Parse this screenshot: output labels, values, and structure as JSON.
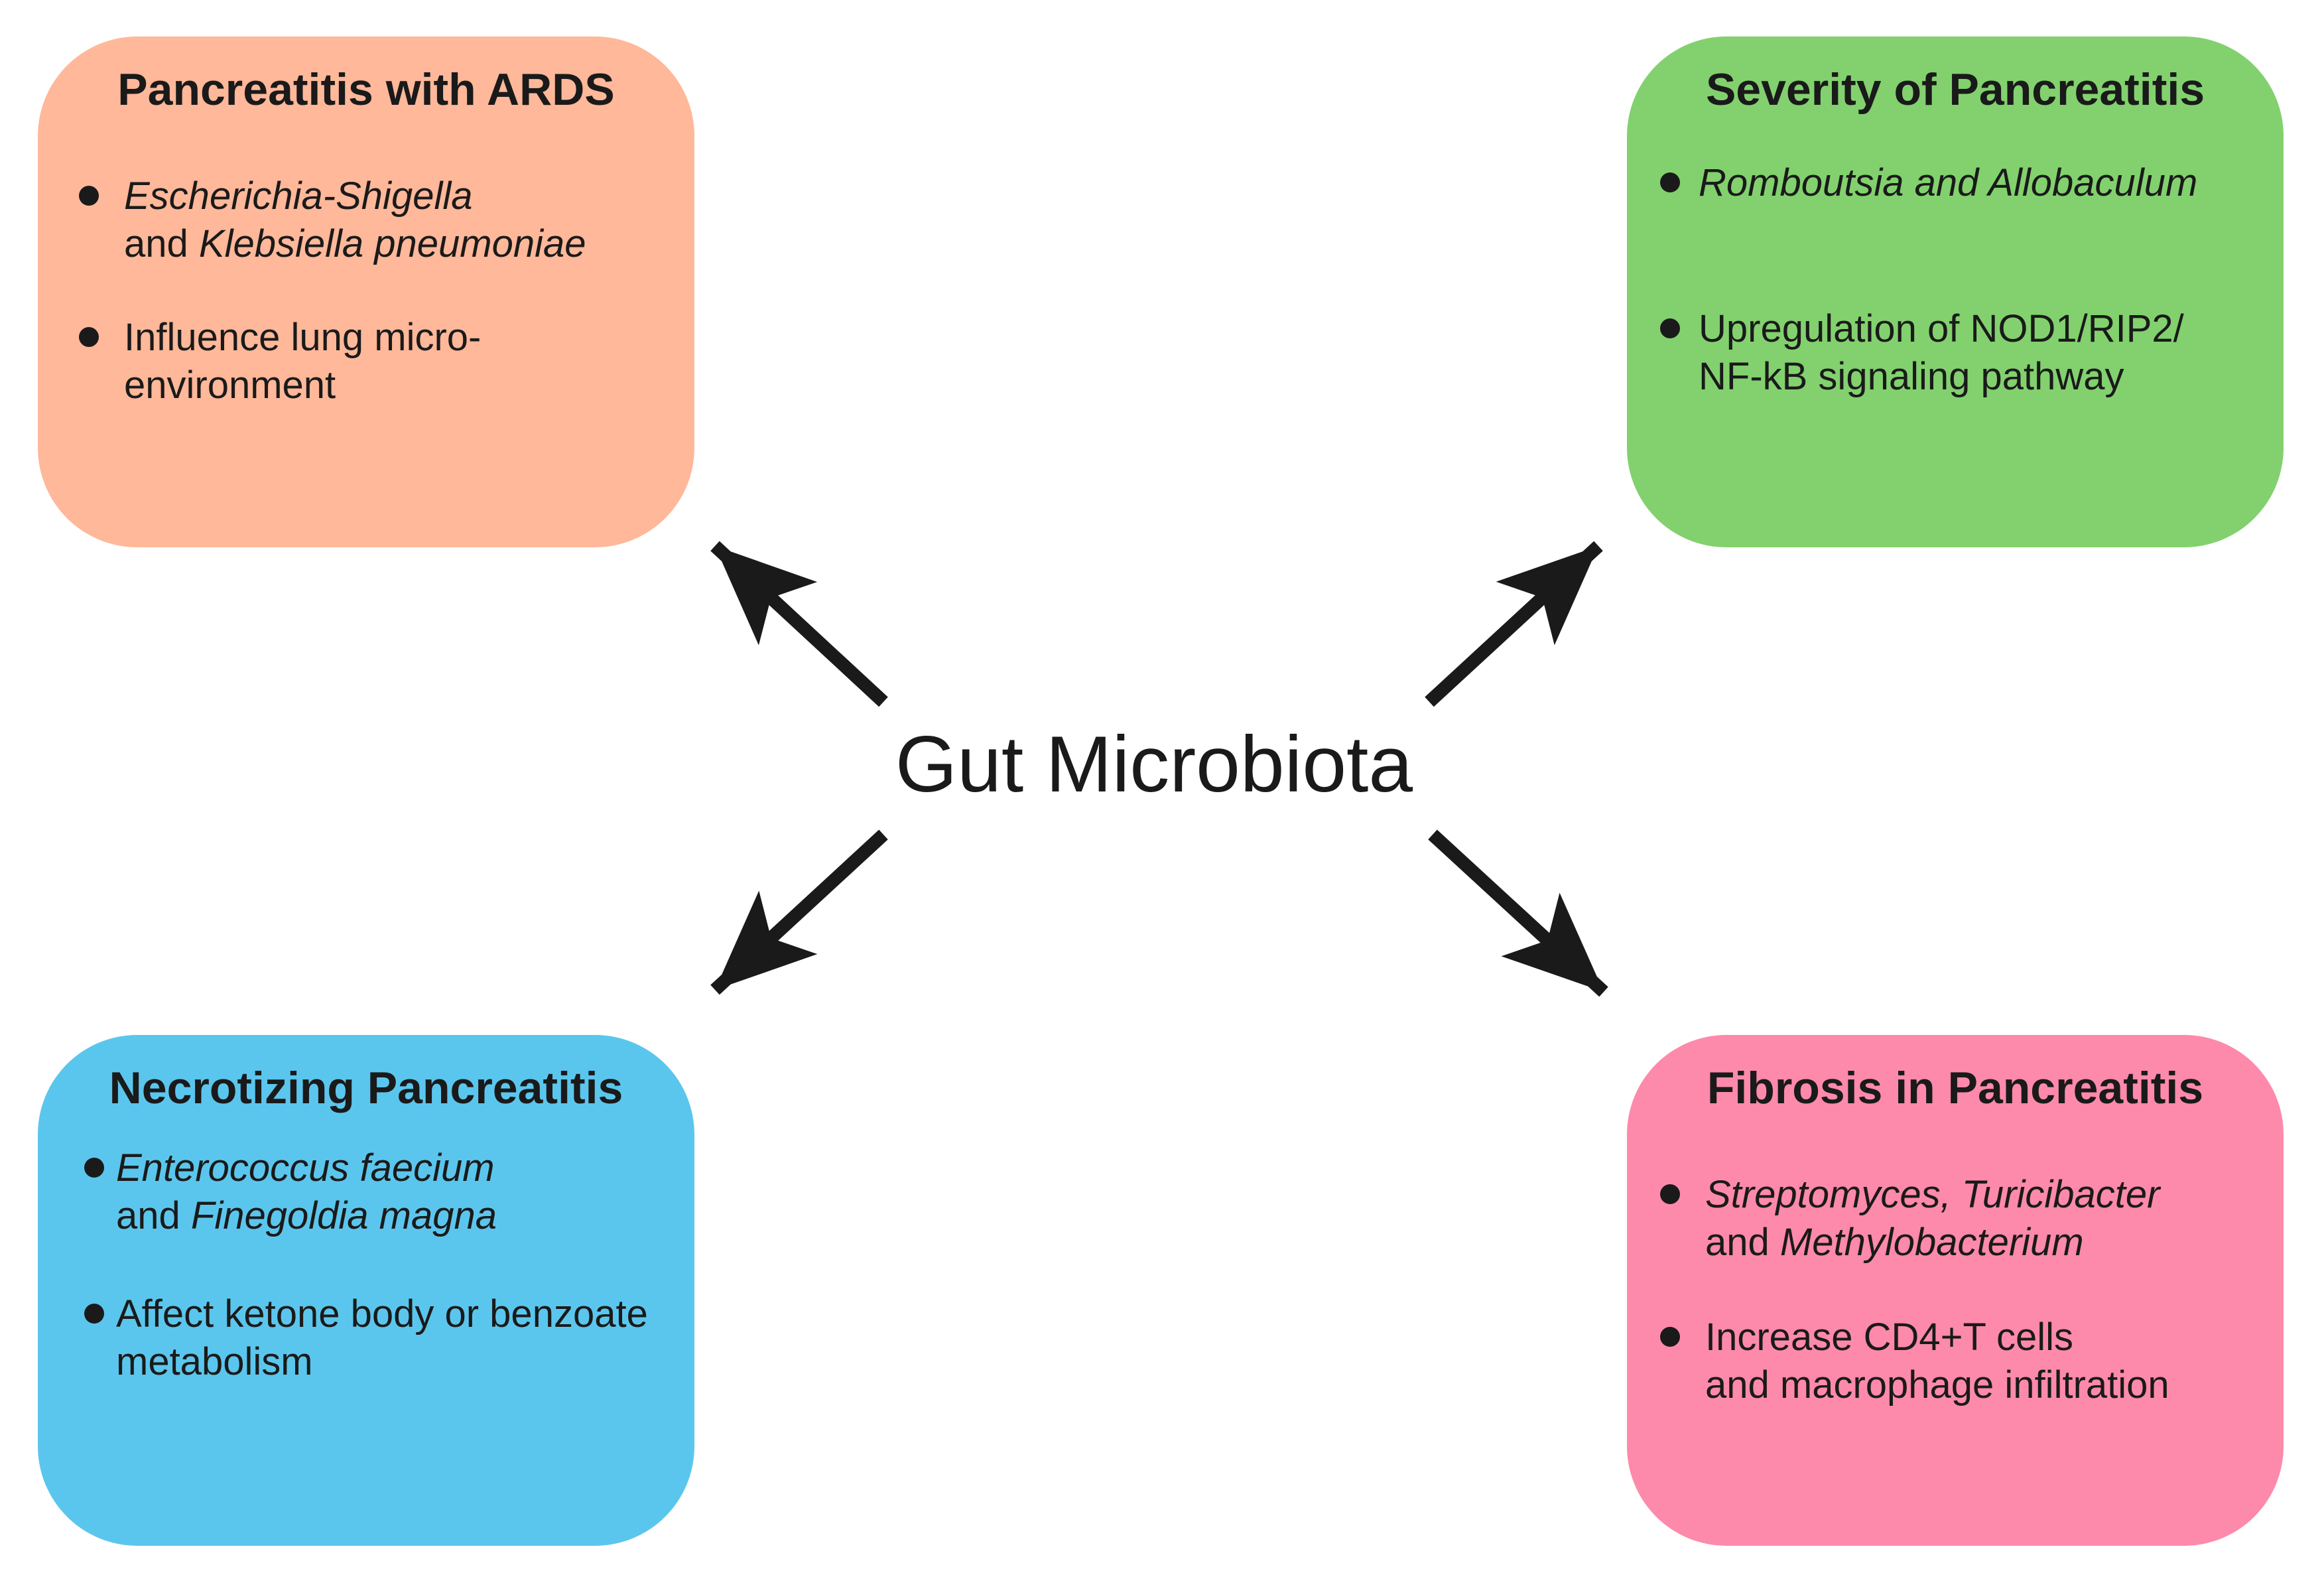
{
  "center": {
    "label": "Gut Microbiota"
  },
  "colors": {
    "box_ards": "#FFB899",
    "box_severity": "#82D16E",
    "box_necrotizing": "#5BC6ED",
    "box_fibrosis": "#FD8AAB",
    "arrow": "#1a1a1a"
  },
  "boxes": {
    "ards": {
      "title": "Pancreatitis with ARDS",
      "b1_l1": "Escherichia-Shigella",
      "b1_l2_pre": "and ",
      "b1_l2_it": "Klebsiella pneumoniae",
      "b2_l1": "Influence lung micro-",
      "b2_l2": "environment"
    },
    "severity": {
      "title": "Severity of Pancreatitis",
      "b1_l1": "Romboutsia and Allobaculum",
      "b2_l1": "Upregulation of NOD1/RIP2/",
      "b2_l2": "NF-kB signaling pathway"
    },
    "necrotizing": {
      "title": "Necrotizing Pancreatitis",
      "b1_l1": "Enterococcus faecium",
      "b1_l2_pre": "and ",
      "b1_l2_it": "Finegoldia magna",
      "b2_l1": "Affect ketone body or benzoate",
      "b2_l2": "metabolism"
    },
    "fibrosis": {
      "title": "Fibrosis in Pancreatitis",
      "b1_l1": "Streptomyces, Turicibacter",
      "b1_l2_pre": "and ",
      "b1_l2_it": "Methylobacterium",
      "b2_l1": "Increase CD4+T cells",
      "b2_l2": "and macrophage infiltration"
    }
  }
}
